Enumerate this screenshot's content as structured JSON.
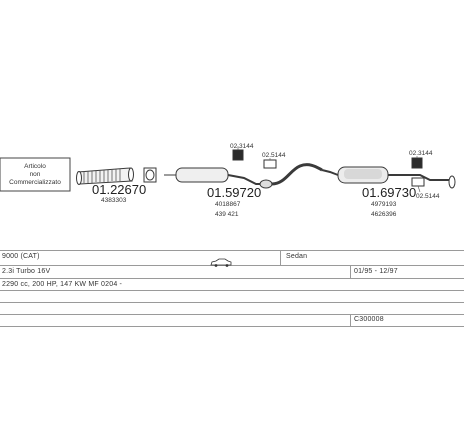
{
  "notice": {
    "lines": [
      "Articolo",
      "non",
      "Commercializzato"
    ]
  },
  "parts": [
    {
      "id": "part-1",
      "main": "01.22670",
      "oe": "4383303"
    },
    {
      "id": "part-2",
      "main": "01.59720",
      "oe": [
        "4018867",
        "439 421"
      ]
    },
    {
      "id": "part-3",
      "main": "01.69730",
      "oe": [
        "4979193",
        "4626396"
      ]
    }
  ],
  "fittings": [
    {
      "id": "fit-a",
      "code": "02.3144"
    },
    {
      "id": "fit-b",
      "code": "02.5144"
    },
    {
      "id": "fit-c",
      "code": "02.3144"
    },
    {
      "id": "fit-d",
      "code": "02.5144"
    }
  ],
  "vehicle": {
    "model": "9000 (CAT)",
    "body": "Sedan",
    "engine": "2.3i Turbo 16V",
    "years": "01/95 - 12/97",
    "spec": "2290 cc, 200 HP, 147 KW MF 0204 -",
    "ref": "C300008"
  },
  "colors": {
    "line": "#3a3a3a",
    "fill": "#eeeeee",
    "dark": "#2b2b2b"
  }
}
